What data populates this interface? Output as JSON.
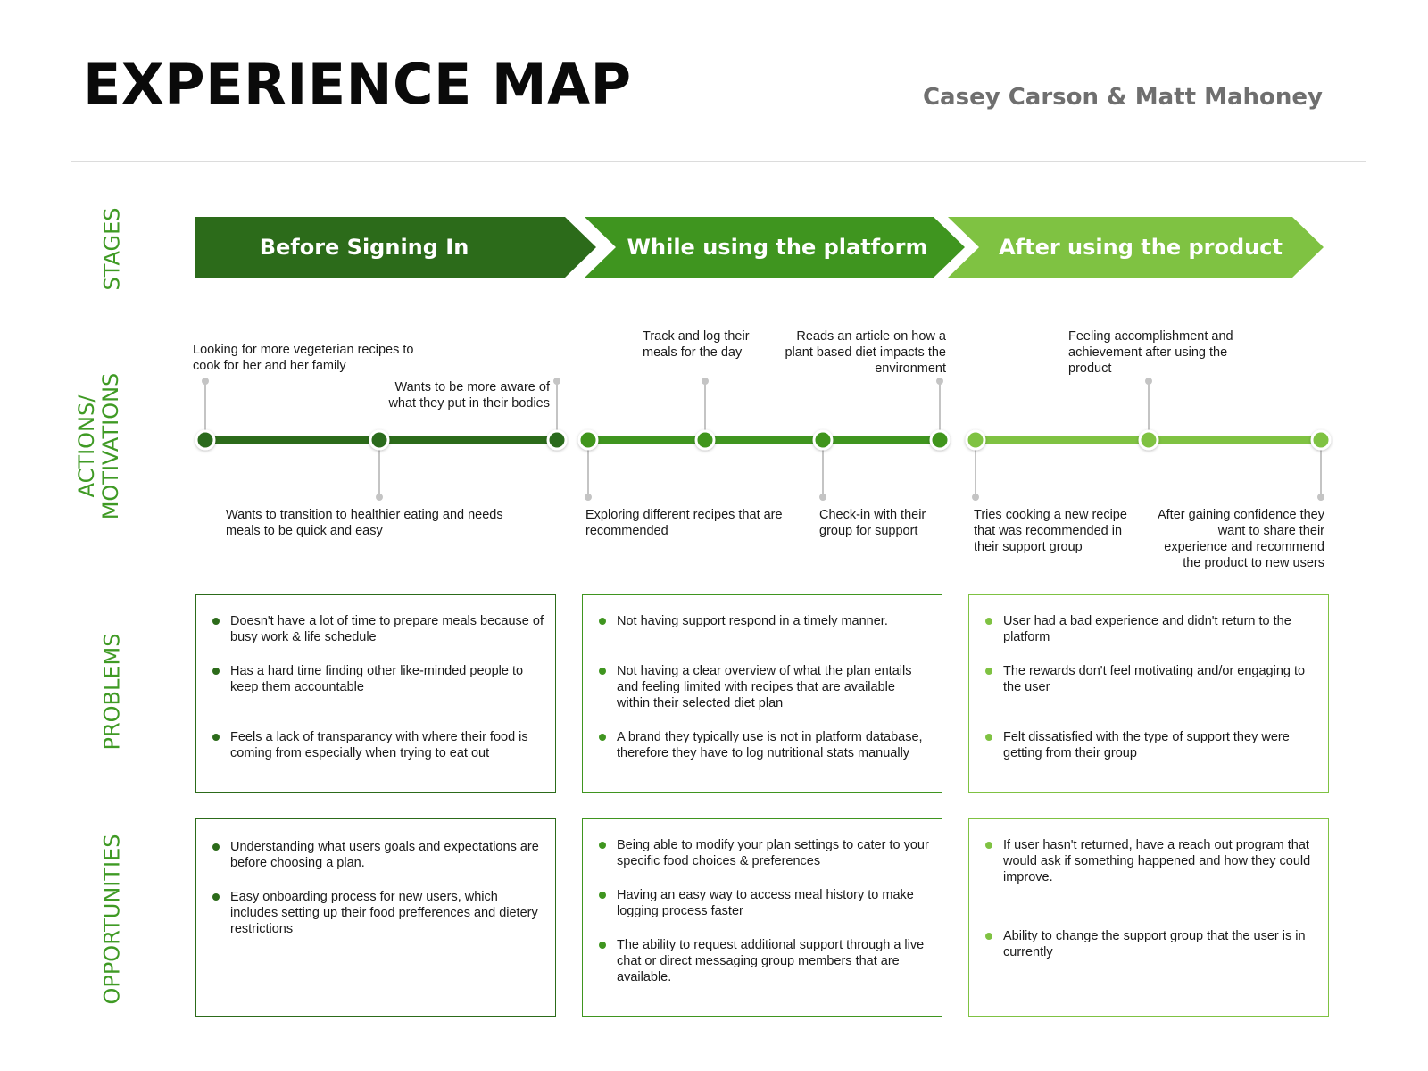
{
  "header": {
    "title": "EXPERIENCE MAP",
    "authors": "Casey Carson & Matt Mahoney"
  },
  "colors": {
    "stage1": "#2c6b1a",
    "stage2": "#3f951f",
    "stage3": "#7fc242",
    "row_label": "#3f9a24",
    "connector": "#c4c4c4"
  },
  "row_labels": {
    "stages": "STAGES",
    "actions_line1": "ACTIONS/",
    "actions_line2": "MOTIVATIONS",
    "problems": "PROBLEMS",
    "opportunities": "OPPORTUNITIES"
  },
  "stages": [
    {
      "label": "Before Signing In"
    },
    {
      "label": "While using the platform"
    },
    {
      "label": "After using the product"
    }
  ],
  "actions": [
    {
      "text": "Looking for more vegeterian recipes to cook for her and her family"
    },
    {
      "text": "Wants to be more aware of what they put in their bodies"
    },
    {
      "text": "Wants to transition to healthier eating and needs meals to be quick and easy"
    },
    {
      "text": "Track and log their meals for the day"
    },
    {
      "text": "Reads an article on how a plant based diet impacts the environment"
    },
    {
      "text": "Exploring different recipes that are recommended"
    },
    {
      "text": "Check-in with their group for support"
    },
    {
      "text": "Feeling accomplishment and achievement after using the product"
    },
    {
      "text": "Tries cooking a new recipe that was recommended in their support group"
    },
    {
      "text": "After gaining confidence they want to share their experience and recommend the product to new users"
    }
  ],
  "problems": [
    {
      "items": [
        "Doesn't have a lot of time to prepare meals because of busy work & life schedule",
        "Has a hard time finding other like-minded people to keep them accountable",
        "Feels a lack of transparancy with where their food is coming from especially when trying to eat out"
      ]
    },
    {
      "items": [
        "Not having support respond in a timely manner.",
        "Not having a clear overview of what the plan entails and feeling limited with recipes that are available within their selected diet plan",
        "A brand they typically use is not in platform database, therefore they have to log nutritional stats manually"
      ]
    },
    {
      "items": [
        "User had a bad experience and didn't return to the platform",
        "The rewards don't feel motivating and/or engaging to the user",
        "Felt dissatisfied with the type of support they were getting from their group"
      ]
    }
  ],
  "opportunities": [
    {
      "items": [
        "Understanding what users goals and expectations are before choosing a plan.",
        "Easy onboarding process for new users, which includes setting up their food prefferences and dietery restrictions"
      ]
    },
    {
      "items": [
        "Being able to modify your plan settings to cater to your specific food choices & preferences",
        "Having an easy way to access meal history to make logging process faster",
        "The ability to request additional support through a live chat or direct messaging group members that are available."
      ]
    },
    {
      "items": [
        "If user hasn't returned, have a reach out program that would ask if something happened and how they could improve.",
        "Ability to change the support group that the user is in currently"
      ]
    }
  ]
}
